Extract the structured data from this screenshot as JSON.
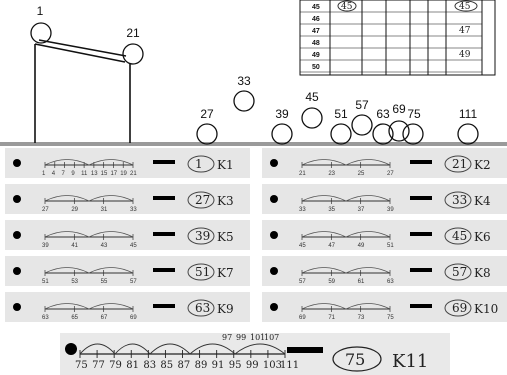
{
  "table": {
    "rows": [
      {
        "n": "45",
        "c1": "45",
        "c2": "45"
      },
      {
        "n": "46",
        "c1": "",
        "c2": ""
      },
      {
        "n": "47",
        "c1": "",
        "c2": "47"
      },
      {
        "n": "48",
        "c1": "",
        "c2": ""
      },
      {
        "n": "49",
        "c1": "",
        "c2": "49"
      },
      {
        "n": "50",
        "c1": "",
        "c2": ""
      }
    ]
  },
  "nodes": [
    {
      "label": "1"
    },
    {
      "label": "21"
    },
    {
      "label": "27"
    },
    {
      "label": "33"
    },
    {
      "label": "39"
    },
    {
      "label": "45"
    },
    {
      "label": "51"
    },
    {
      "label": "57"
    },
    {
      "label": "63"
    },
    {
      "label": "69"
    },
    {
      "label": "75"
    },
    {
      "label": "111"
    }
  ],
  "strips": [
    {
      "ticks": "1 4 7 9 11 13 15 17 19 21",
      "answer": "1",
      "tag": "K1"
    },
    {
      "ticks": "21 23 25 27",
      "answer": "21",
      "tag": "K2"
    },
    {
      "ticks": "27 29 31 33",
      "answer": "27",
      "tag": "K3"
    },
    {
      "ticks": "33 35 37 39",
      "answer": "33",
      "tag": "K4"
    },
    {
      "ticks": "39 41 43 45",
      "answer": "39",
      "tag": "K5"
    },
    {
      "ticks": "45 47 49 51",
      "answer": "45",
      "tag": "K6"
    },
    {
      "ticks": "51 53 55 57",
      "answer": "51",
      "tag": "K7"
    },
    {
      "ticks": "57 59 61 63",
      "answer": "57",
      "tag": "K8"
    },
    {
      "ticks": "63 65 67 69",
      "answer": "63",
      "tag": "K9"
    },
    {
      "ticks": "69 71 73 75",
      "answer": "69",
      "tag": "K10"
    }
  ],
  "bottom": {
    "ticks": [
      "75",
      "77",
      "79",
      "81",
      "83",
      "85",
      "87",
      "89",
      "91",
      "95",
      "99",
      "103",
      "111"
    ],
    "top_ticks": [
      "97",
      "99",
      "101",
      "107"
    ],
    "answer": "75",
    "tag": "K11"
  }
}
